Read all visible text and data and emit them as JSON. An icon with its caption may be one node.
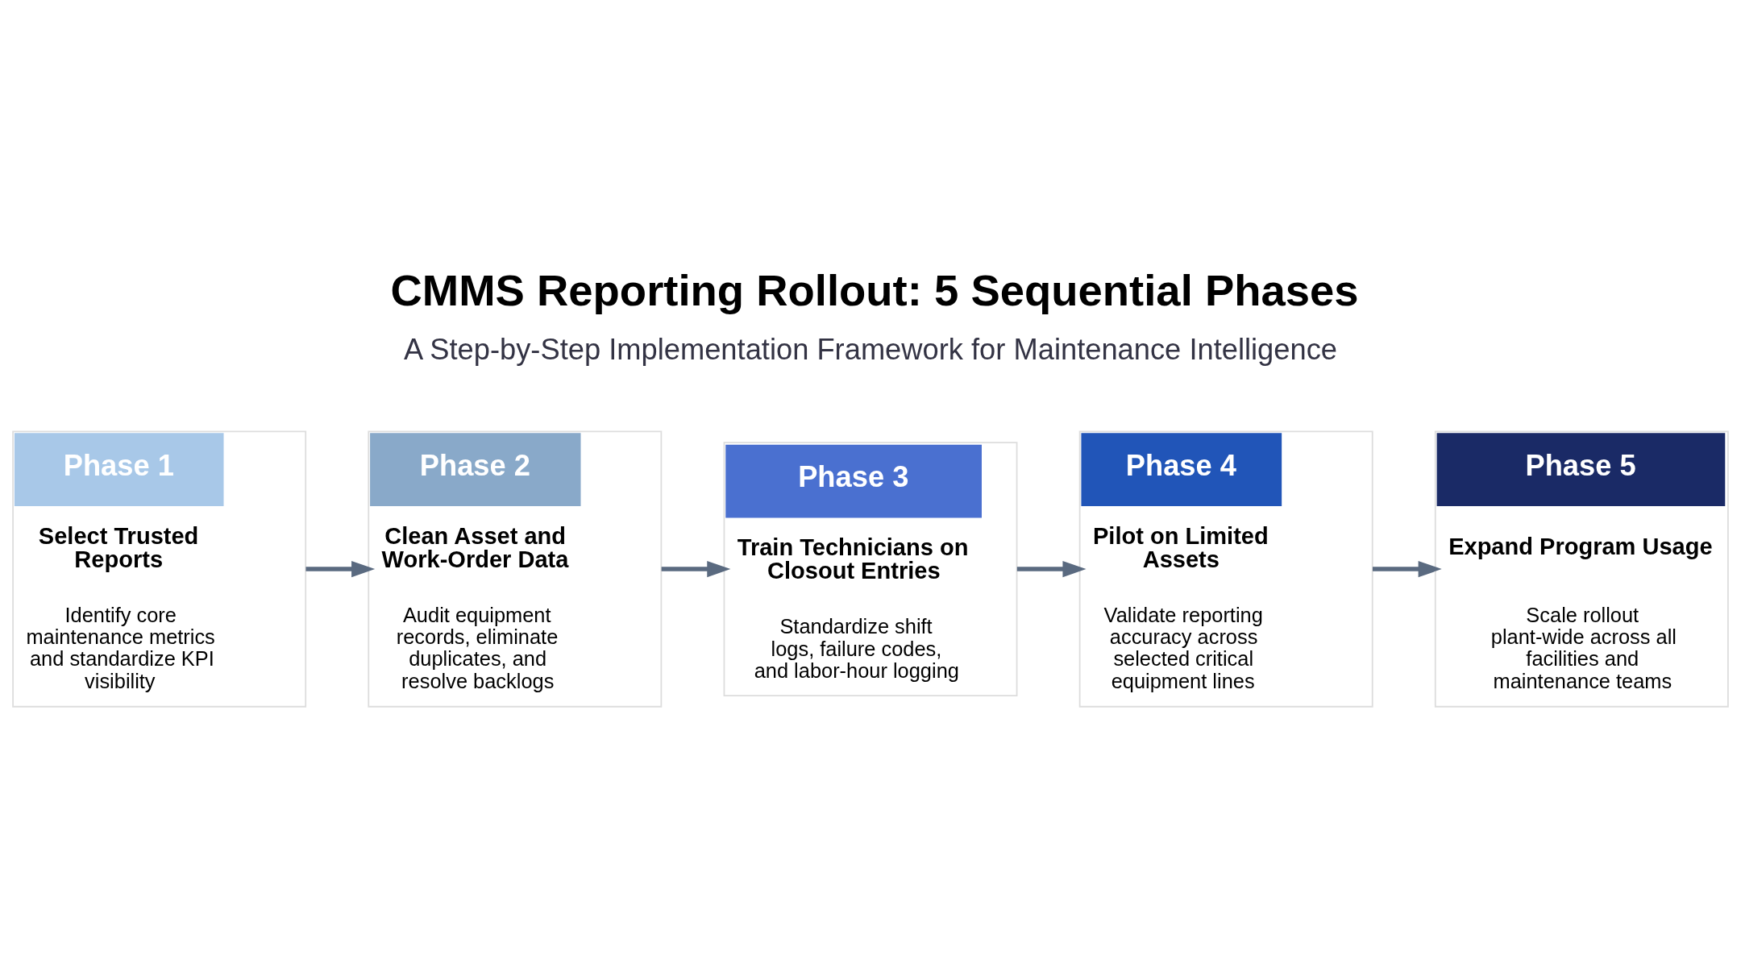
{
  "diagram": {
    "title": "CMMS Reporting Rollout: 5 Sequential Phases",
    "nodes": [
      {
        "text": [
          "Phase 1",
          "Select Trusted Reports",
          "Identify core maintenance metrics and standardize KPI visibility"
        ]
      },
      {
        "text": [
          "Phase 2",
          "Clean Asset and Work-Order Data",
          "Audit equipment records, eliminate duplicates, and resolve backlogs"
        ]
      },
      {
        "text": [
          "Phase 3",
          "Train Technicians on Closout Entries",
          "Standardize shift logs, failure codes, and labor-hour logging"
        ]
      },
      {
        "text": [
          "Phase 4",
          "Pilot on Limited Assets",
          "Validate reporting accuracy across selected critical equipment lines"
        ]
      },
      {
        "text": [
          "Phase 5",
          "Expand Program Usage",
          "Scale rollout plant-wide across all facilities and maintenance teams"
        ]
      }
    ],
    "edges": [
      {
        "from": 0,
        "to": 1,
        "arrow": "to"
      },
      {
        "from": 1,
        "to": 2,
        "arrow": "to"
      },
      {
        "from": 2,
        "to": 3,
        "arrow": "to"
      },
      {
        "from": 3,
        "to": 4,
        "arrow": "to"
      }
    ],
    "labels": [
      "A Step-by-Step Implementation Framework for Maintenance Intelligence"
    ]
  }
}
